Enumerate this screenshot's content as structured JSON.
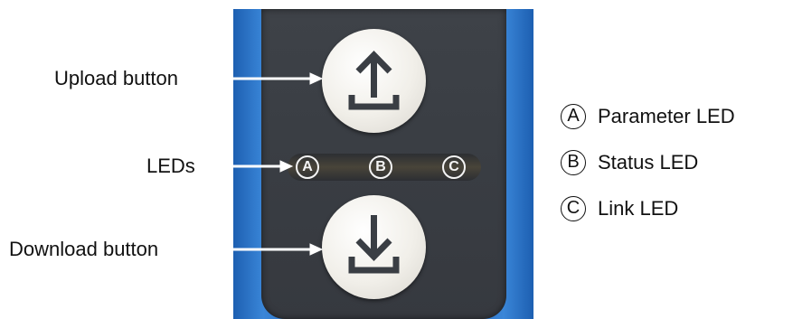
{
  "callouts": {
    "upload": "Upload button",
    "leds": "LEDs",
    "download": "Download button"
  },
  "device": {
    "leds": [
      {
        "letter": "A"
      },
      {
        "letter": "B"
      },
      {
        "letter": "C"
      }
    ],
    "upload_icon": "upload-icon",
    "download_icon": "download-icon",
    "colors": {
      "housing": "#2f74c6",
      "panel": "#3a3e44",
      "button": "#f1efe9",
      "icon": "#3a3e44"
    }
  },
  "legend": [
    {
      "letter": "A",
      "text": "Parameter LED"
    },
    {
      "letter": "B",
      "text": "Status LED"
    },
    {
      "letter": "C",
      "text": "Link LED"
    }
  ]
}
